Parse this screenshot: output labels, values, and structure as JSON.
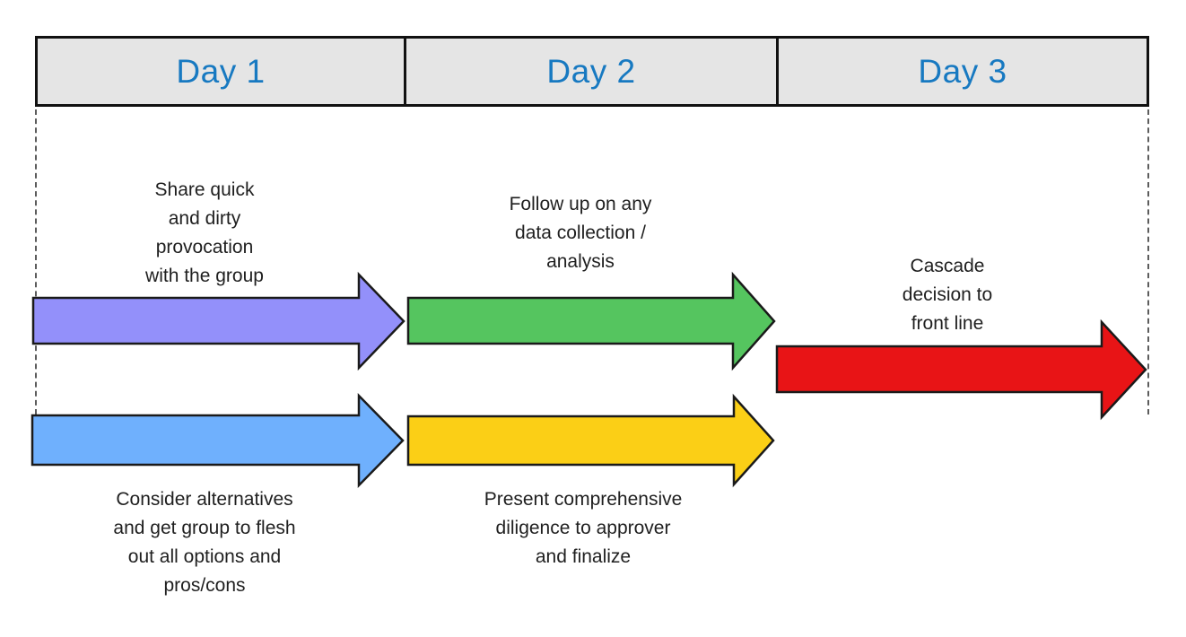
{
  "diagram": {
    "kind": "three-day decision timeline",
    "colors": {
      "header_background": "#e5e5e5",
      "header_text": "#1779c1",
      "outline": "#1a1a1a",
      "dashed_guide": "#5c5c5c",
      "body_text": "#1f1f1f"
    },
    "header": {
      "cells": [
        "Day 1",
        "Day 2",
        "Day 3"
      ]
    },
    "arrows": [
      {
        "name": "share-provocation",
        "day": "Day 1",
        "row": "top",
        "color": "#9390fa",
        "label": "Share quick\nand dirty\nprovocation\nwith the group"
      },
      {
        "name": "follow-up-data",
        "day": "Day 2",
        "row": "top",
        "color": "#55c55f",
        "label": "Follow up on any\ndata collection /\nanalysis"
      },
      {
        "name": "cascade-decision",
        "day": "Day 3",
        "row": "top",
        "color": "#e81416",
        "label": "Cascade\ndecision to\nfront line"
      },
      {
        "name": "consider-alternatives",
        "day": "Day 1",
        "row": "bottom",
        "color": "#6fb0fd",
        "label": "Consider alternatives\nand get group to flesh\nout all options and\npros/cons"
      },
      {
        "name": "present-diligence",
        "day": "Day 2",
        "row": "bottom",
        "color": "#fbcf16",
        "label": "Present comprehensive\ndiligence to approver\nand finalize"
      }
    ]
  }
}
